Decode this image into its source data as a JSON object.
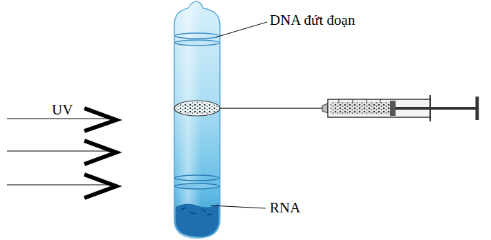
{
  "diagram": {
    "labels": [
      "UV",
      "DNA đứt đoạn",
      "RNA"
    ]
  }
}
